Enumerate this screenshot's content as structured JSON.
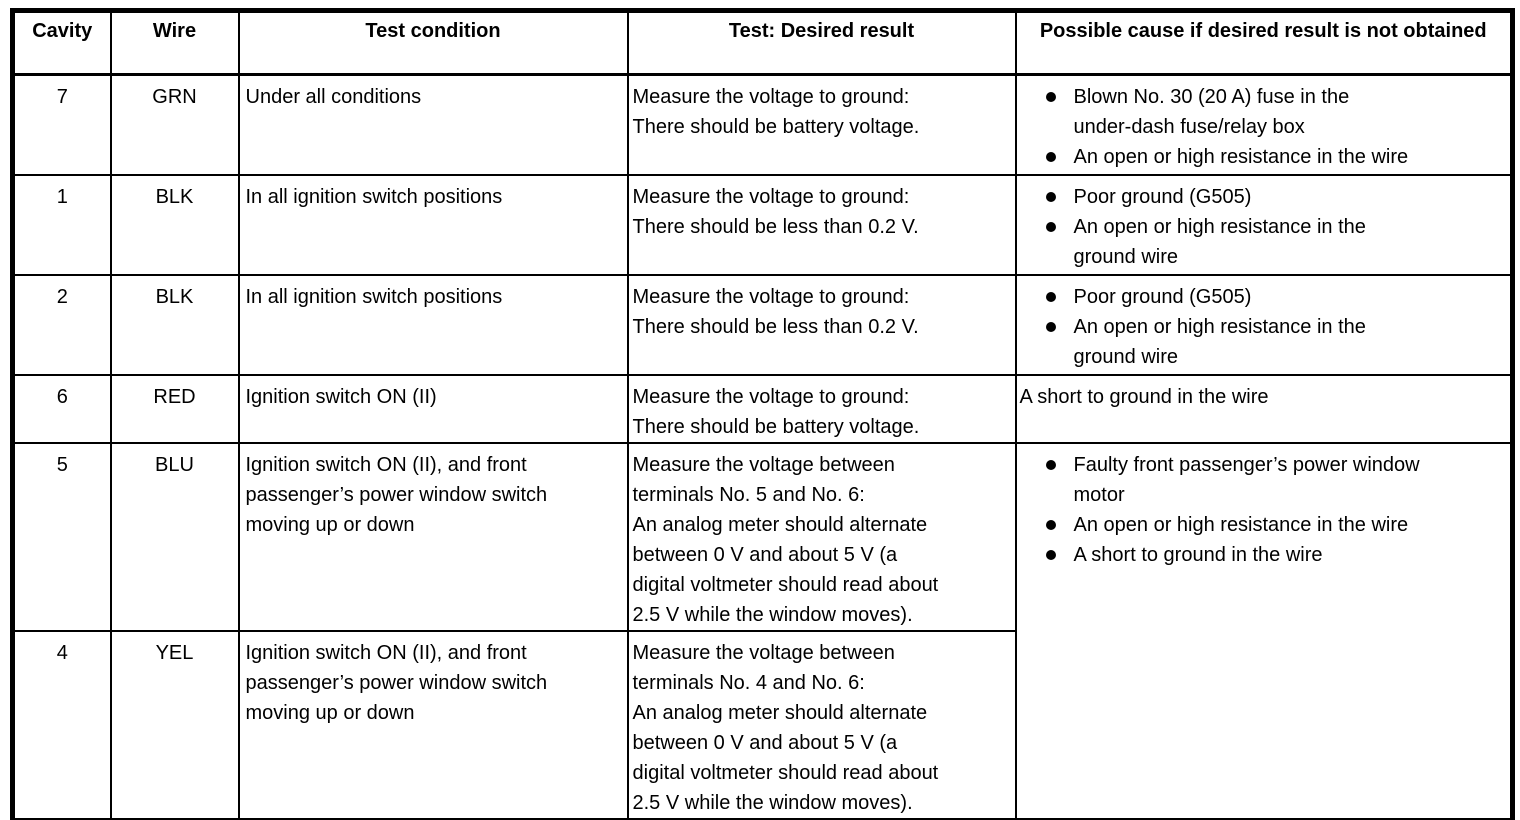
{
  "table": {
    "headers": [
      "Cavity",
      "Wire",
      "Test condition",
      "Test: Desired result",
      "Possible cause if desired result is not obtained"
    ],
    "rows": [
      {
        "cavity": "7",
        "wire": "GRN",
        "condition_lines": [
          "Under all conditions"
        ],
        "result_lines": [
          "Measure the voltage to ground:",
          "There should be battery voltage."
        ],
        "causes": {
          "bulleted": true,
          "rowspan": 1,
          "items": [
            [
              "Blown No. 30 (20 A) fuse in the",
              "under-dash fuse/relay box"
            ],
            [
              "An open or high resistance in the wire"
            ]
          ]
        }
      },
      {
        "cavity": "1",
        "wire": "BLK",
        "condition_lines": [
          "In all ignition switch positions"
        ],
        "result_lines": [
          "Measure the voltage to ground:",
          "There should be less than 0.2 V."
        ],
        "causes": {
          "bulleted": true,
          "rowspan": 1,
          "items": [
            [
              "Poor ground (G505)"
            ],
            [
              "An open or high resistance in the",
              "ground wire"
            ]
          ]
        }
      },
      {
        "cavity": "2",
        "wire": "BLK",
        "condition_lines": [
          "In all ignition switch positions"
        ],
        "result_lines": [
          "Measure the voltage to ground:",
          "There should be less than 0.2 V."
        ],
        "causes": {
          "bulleted": true,
          "rowspan": 1,
          "items": [
            [
              "Poor ground (G505)"
            ],
            [
              "An open or high resistance in the",
              "ground wire"
            ]
          ]
        }
      },
      {
        "cavity": "6",
        "wire": "RED",
        "condition_lines": [
          "Ignition switch ON (II)"
        ],
        "result_lines": [
          "Measure the voltage to ground:",
          "There should be battery voltage."
        ],
        "causes": {
          "bulleted": false,
          "rowspan": 1,
          "items": [
            [
              "A short to ground in the wire"
            ]
          ]
        }
      },
      {
        "cavity": "5",
        "wire": "BLU",
        "condition_lines": [
          "Ignition switch ON (II), and front",
          "passenger’s power window switch",
          "moving up or down"
        ],
        "result_lines": [
          "Measure the voltage between",
          "terminals No. 5 and No. 6:",
          "An analog meter should alternate",
          "between 0 V and about 5 V (a",
          "digital voltmeter should read about",
          "2.5 V while the window moves)."
        ],
        "causes": {
          "bulleted": true,
          "rowspan": 2,
          "items": [
            [
              "Faulty front passenger’s power window",
              "motor"
            ],
            [
              "An open or high resistance in the wire"
            ],
            [
              "A short to ground in the wire"
            ]
          ]
        }
      },
      {
        "cavity": "4",
        "wire": "YEL",
        "condition_lines": [
          "Ignition switch ON (II), and front",
          "passenger’s power window switch",
          "moving up or down"
        ],
        "result_lines": [
          "Measure the voltage between",
          "terminals No. 4 and No. 6:",
          "An analog meter should alternate",
          "between 0 V and about 5 V (a",
          "digital voltmeter should read about",
          "2.5 V while the window moves)."
        ],
        "causes": null
      }
    ]
  }
}
